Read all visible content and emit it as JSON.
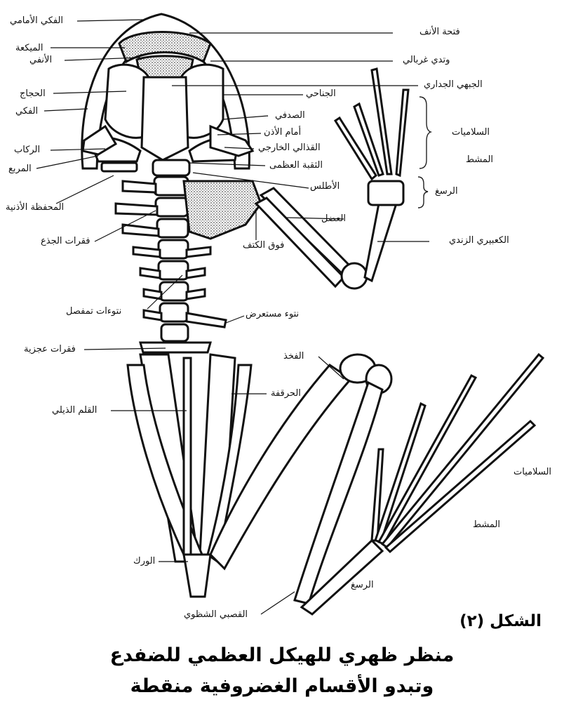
{
  "figure": {
    "number": "الشكل (٢)",
    "caption_line1": "منظر ظهري للهيكل العظمي للضفدع",
    "caption_line2": "وتبدو الأقسام الغضروفية منقطة"
  },
  "labels": {
    "premaxilla": "الفكي الأمامي",
    "nostril": "فتحة الأنف",
    "septomaxilla": "الميكعة",
    "nasal": "الأنفي",
    "sphenethmoid": "وتدي غربالي",
    "frontoparietal": "الجبهي الجداري",
    "orbit": "الحجاج",
    "pterygoid": "الجناحي",
    "maxilla": "الفكي",
    "squamosal": "الصدفي",
    "prootic": "أمام الأذن",
    "exoccipital": "القذالي الخارجي",
    "stapes": "الركاب",
    "foramen_magnum": "الثقبة العظمى",
    "quadrate": "المربع",
    "atlas": "الأطلس",
    "otic_capsule": "المحفظة الأذنية",
    "muscle": "العضل",
    "trunk_vertebrae": "فقرات الجذع",
    "suprascapula": "فوق الكتف",
    "radioulna": "الكعبيري الزندي",
    "zygapophyses": "نتوءات تمفصل",
    "transverse_process": "نتوء مستعرض",
    "sacral_vertebrae": "فقرات عجزية",
    "femur": "الفخذ",
    "ilium": "الحرقفة",
    "urostyle": "القلم الذيلي",
    "hip": "الورك",
    "tibiofibula": "القصبي الشظوي",
    "forelimb_phalanges": "السلاميات",
    "forelimb_metacarpals": "المشط",
    "carpals": "الرسغ",
    "hindlimb_phalanges": "السلاميات",
    "hindlimb_metatarsals": "المشط",
    "tarsals": "الرسغ"
  }
}
